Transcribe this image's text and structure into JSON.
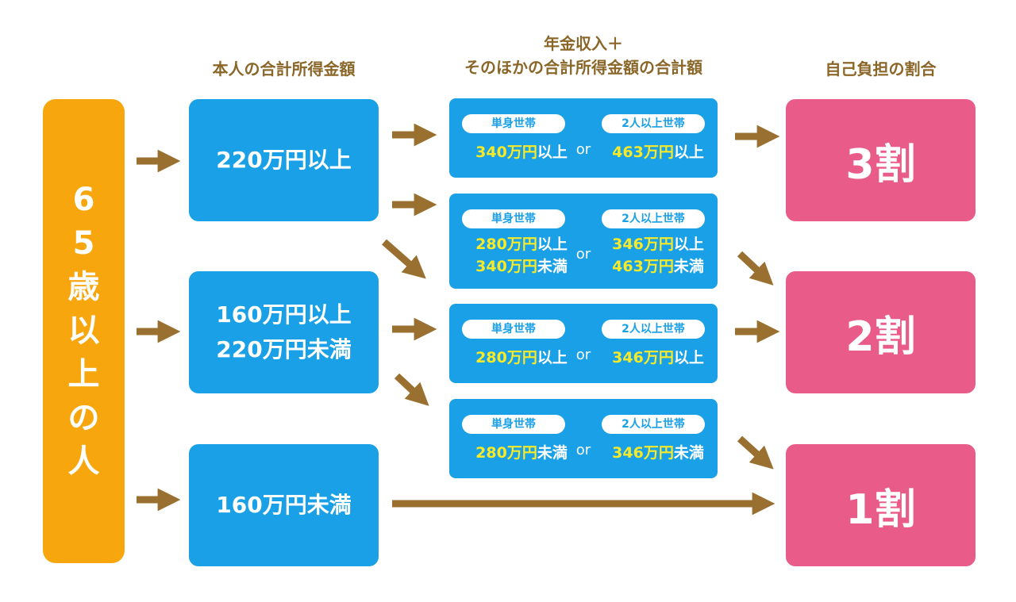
{
  "headers": {
    "income": "本人の合計所得金額",
    "combined_line1": "年金収入＋",
    "combined_line2": "そのほかの合計所得金額の合計額",
    "ratio": "自己負担の割合"
  },
  "age_label": "65歳以上の人",
  "income_boxes": [
    {
      "line1": "220万円以上",
      "line2": ""
    },
    {
      "line1": "160万円以上",
      "line2": "220万円未満"
    },
    {
      "line1": "160万円未満",
      "line2": ""
    }
  ],
  "conditions": [
    {
      "single_label": "単身世帯",
      "multi_label": "2人以上世帯",
      "or": "or",
      "single": [
        {
          "num": "340万円",
          "suf": "以上"
        }
      ],
      "multi": [
        {
          "num": "463万円",
          "suf": "以上"
        }
      ]
    },
    {
      "single_label": "単身世帯",
      "multi_label": "2人以上世帯",
      "or": "or",
      "single": [
        {
          "num": "280万円",
          "suf": "以上"
        },
        {
          "num": "340万円",
          "suf": "未満"
        }
      ],
      "multi": [
        {
          "num": "346万円",
          "suf": "以上"
        },
        {
          "num": "463万円",
          "suf": "未満"
        }
      ]
    },
    {
      "single_label": "単身世帯",
      "multi_label": "2人以上世帯",
      "or": "or",
      "single": [
        {
          "num": "280万円",
          "suf": "以上"
        }
      ],
      "multi": [
        {
          "num": "346万円",
          "suf": "以上"
        }
      ]
    },
    {
      "single_label": "単身世帯",
      "multi_label": "2人以上世帯",
      "or": "or",
      "single": [
        {
          "num": "280万円",
          "suf": "未満"
        }
      ],
      "multi": [
        {
          "num": "346万円",
          "suf": "未満"
        }
      ]
    }
  ],
  "results": [
    "3割",
    "2割",
    "1割"
  ],
  "colors": {
    "age": "#f7a60e",
    "blue": "#1aa0e6",
    "pink": "#e95c8a",
    "arrow": "#9a7030",
    "header": "#8a6628",
    "highlight": "#f7ea29"
  }
}
